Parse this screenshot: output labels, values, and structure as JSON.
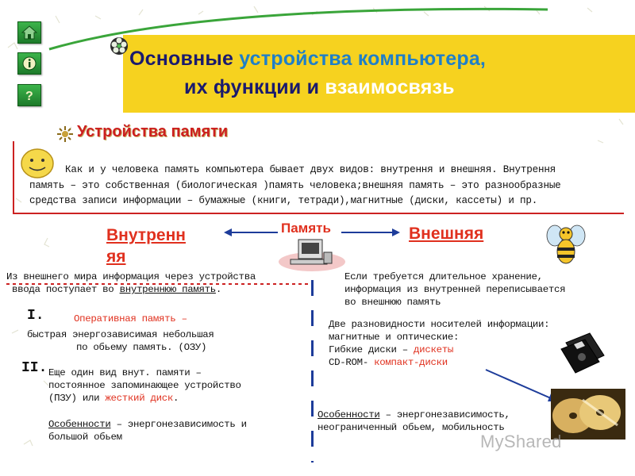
{
  "title": {
    "line1_a": "Основные",
    "line1_b": "устройства",
    "line1_c": "компьютера,",
    "line2_a": "их",
    "line2_b": "функции",
    "line2_c": "и",
    "line2_d": "взаимосвязь"
  },
  "subtitle": "Устройства памяти",
  "intro": {
    "line1": "Как и у человека память компьютера бывает двух видов: внутрення и внешняя. Внутрення",
    "line2": "память – это собственная (биологическая )память человека;внешняя память – это разнообразные",
    "line3": "средства записи информации – бумажные (книги, тетради),магнитные (диски, кассеты) и пр."
  },
  "center_label": "Память",
  "internal": {
    "heading_line1": "Внутренн",
    "heading_line2": "яя",
    "desc_a": "Из внешнего мира информация через устройства",
    "desc_b": "ввода поступает во",
    "desc_link": "внутреннюю память",
    "desc_end": ".",
    "item1_numeral": "I.",
    "item1_title": "Оперативная память –",
    "item1_line2": "быстрая энергозависимая небольшая",
    "item1_line3": "по обьему память. (ОЗУ)",
    "item2_numeral": "II.",
    "item2_line1": "Еще один вид внут. памяти –",
    "item2_line2": "постоянное запоминающее устройство",
    "item2_line3a": "(ПЗУ) или",
    "item2_line3b": "жесткий диск",
    "item2_line3c": ".",
    "feat_label": "Особенности",
    "feat_text": " – энергонезависимость и",
    "feat_line2": "большой обьем"
  },
  "external": {
    "heading": "Внешняя",
    "desc_line1": "Если требуется длительное хранение,",
    "desc_line2": "информация из внутренней переписывается",
    "desc_line3": "во внешнюю память",
    "types_line1": "Две разновидности носителей информации:",
    "types_line2": "магнитные и оптические:",
    "floppy_a": "Гибкие диски –",
    "floppy_b": "дискеты",
    "cd_a": "CD-ROM-",
    "cd_b": "компакт-диски",
    "feat_label": "Особенности",
    "feat_text": " – энергонезависимость,",
    "feat_line2": "неограниченный обьем, мобильность"
  },
  "watermark": "MyShared",
  "icons": {
    "home": "home-icon",
    "info": "info-icon",
    "help": "question-icon",
    "smiley": "smiley-icon",
    "bee": "bee-icon",
    "computer": "computer-icon",
    "floppy": "floppy-disk-icon",
    "cd": "cd-disc-icon"
  },
  "colors": {
    "band": "#f6d21f",
    "accent_red": "#e0301e",
    "title_dark": "#1a1a6e",
    "title_blue": "#1f7fc8",
    "divider_blue": "#1d3c9a"
  }
}
